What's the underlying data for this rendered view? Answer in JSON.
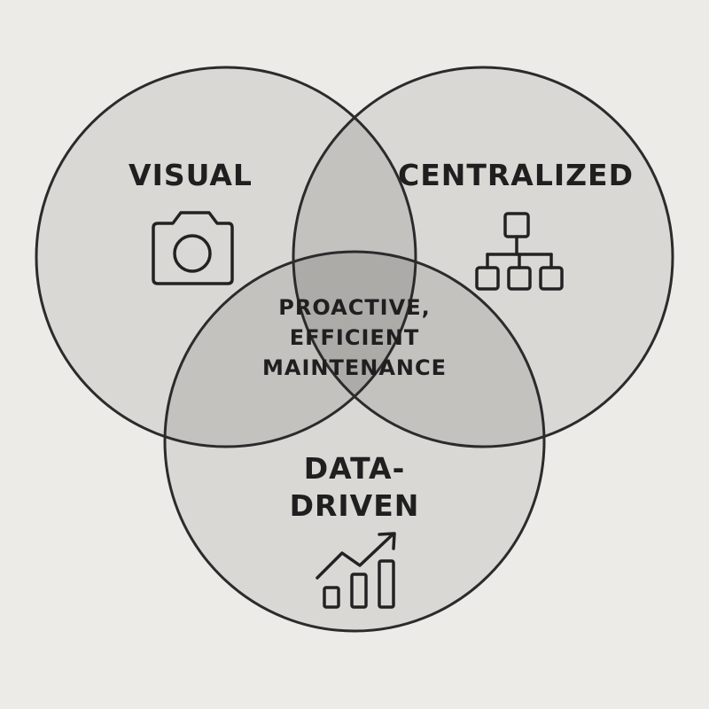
{
  "diagram": {
    "sets": {
      "visual": {
        "label": "VISUAL",
        "icon": "camera-icon"
      },
      "centralized": {
        "label": "CENTRALIZED",
        "icon": "hierarchy-icon"
      },
      "data_driven": {
        "label_line1": "DATA-",
        "label_line2": "DRIVEN",
        "icon": "bar-chart-growth-icon"
      }
    },
    "center": {
      "line1": "PROACTIVE,",
      "line2": "EFFICIENT",
      "line3": "MAINTENANCE"
    },
    "colors": {
      "background": "#ecebe8",
      "single": "#d9d8d5",
      "pair": "#c3c2bf",
      "triple": "#acaba8",
      "stroke": "#2b2b2b",
      "text": "#1f1f1f"
    }
  }
}
